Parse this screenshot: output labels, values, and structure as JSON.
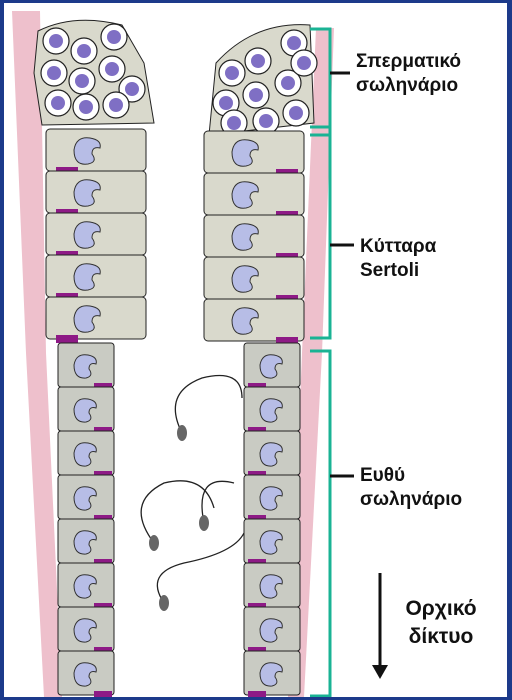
{
  "labels": {
    "seminiferous": {
      "line1": "Σπερματικό",
      "line2": "σωληνάριο"
    },
    "sertoli": {
      "line1": "Κύτταρα",
      "line2": "Sertoli"
    },
    "straight": {
      "line1": "Ευθύ",
      "line2": "σωληνάριο"
    },
    "rete": {
      "line1": "Ορχικό",
      "line2": "δίκτυο"
    }
  },
  "colors": {
    "frame": "#1c3a8a",
    "bracket": "#1ab394",
    "tubule_wall": "#eec0cc",
    "cell_fill": "#d9d9cc",
    "straight_cell_fill": "#c9cbc3",
    "nucleus": "#b7bde6",
    "junction": "#8e1a86",
    "germ_nucleus": "#7f6fc4"
  },
  "icons": {
    "flow_arrow": "arrow-down-icon"
  }
}
